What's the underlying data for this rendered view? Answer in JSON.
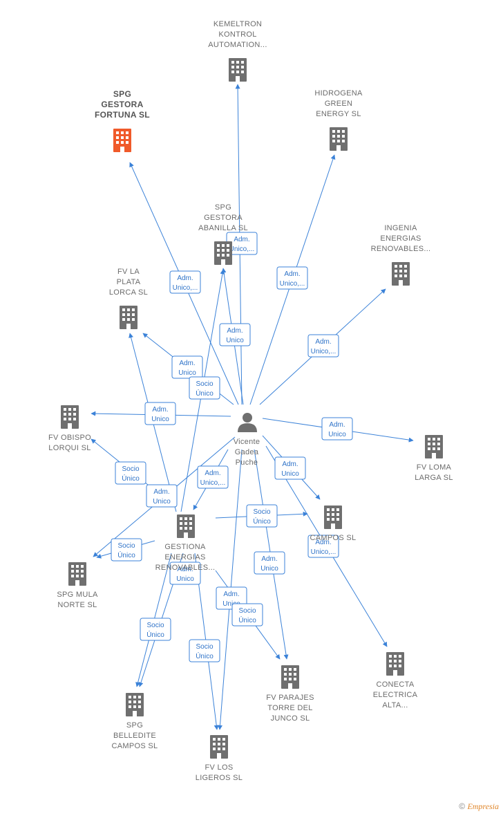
{
  "colors": {
    "edge": "#3b82d8",
    "building": "#6f6f6f",
    "highlight": "#f05a2a",
    "person": "#6f6f6f"
  },
  "person": {
    "lines": [
      "Vicente",
      "Gadea",
      "Puche"
    ]
  },
  "hub": {
    "lines": [
      "GESTIONA",
      "ENERGIAS",
      "RENOVABLES..."
    ]
  },
  "companies": [
    {
      "id": "kemeltron",
      "lines": [
        "KEMELTRON",
        "KONTROL",
        "AUTOMATION..."
      ],
      "highlight": false
    },
    {
      "id": "spg-fortuna",
      "lines": [
        "SPG",
        "GESTORA",
        "FORTUNA SL"
      ],
      "highlight": true
    },
    {
      "id": "hidrogena",
      "lines": [
        "HIDROGENA",
        "GREEN",
        "ENERGY SL"
      ],
      "highlight": false
    },
    {
      "id": "spg-abanilla",
      "lines": [
        "SPG",
        "GESTORA",
        "ABANILLA SL"
      ],
      "highlight": false
    },
    {
      "id": "ingenia",
      "lines": [
        "INGENIA",
        "ENERGIAS",
        "RENOVABLES..."
      ],
      "highlight": false
    },
    {
      "id": "fv-plata",
      "lines": [
        "FV LA",
        "PLATA",
        "LORCA SL"
      ],
      "highlight": false
    },
    {
      "id": "fv-obispo",
      "lines": [
        "FV OBISPO",
        "LORQUI SL"
      ],
      "highlight": false
    },
    {
      "id": "fv-loma",
      "lines": [
        "FV LOMA",
        "LARGA SL"
      ],
      "highlight": false
    },
    {
      "id": "campos",
      "lines": [
        "CAMPOS SL"
      ],
      "highlight": false
    },
    {
      "id": "spg-mula",
      "lines": [
        "SPG MULA",
        "NORTE SL"
      ],
      "highlight": false
    },
    {
      "id": "conecta",
      "lines": [
        "CONECTA",
        "ELECTRICA",
        "ALTA..."
      ],
      "highlight": false
    },
    {
      "id": "fv-parajes",
      "lines": [
        "FV PARAJES",
        "TORRE DEL",
        "JUNCO SL"
      ],
      "highlight": false
    },
    {
      "id": "spg-belledite",
      "lines": [
        "SPG",
        "BELLEDITE",
        "CAMPOS SL"
      ],
      "highlight": false
    },
    {
      "id": "fv-ligeros",
      "lines": [
        "FV LOS",
        "LIGEROS SL"
      ],
      "highlight": false
    }
  ],
  "edge_labels": {
    "adm_unico_trunc": [
      "Adm.",
      "Unico,..."
    ],
    "adm_unico": [
      "Adm.",
      "Unico"
    ],
    "socio_unico": [
      "Socio",
      "Único"
    ]
  },
  "footer": {
    "copyright": "©",
    "brand": "Empresia"
  }
}
